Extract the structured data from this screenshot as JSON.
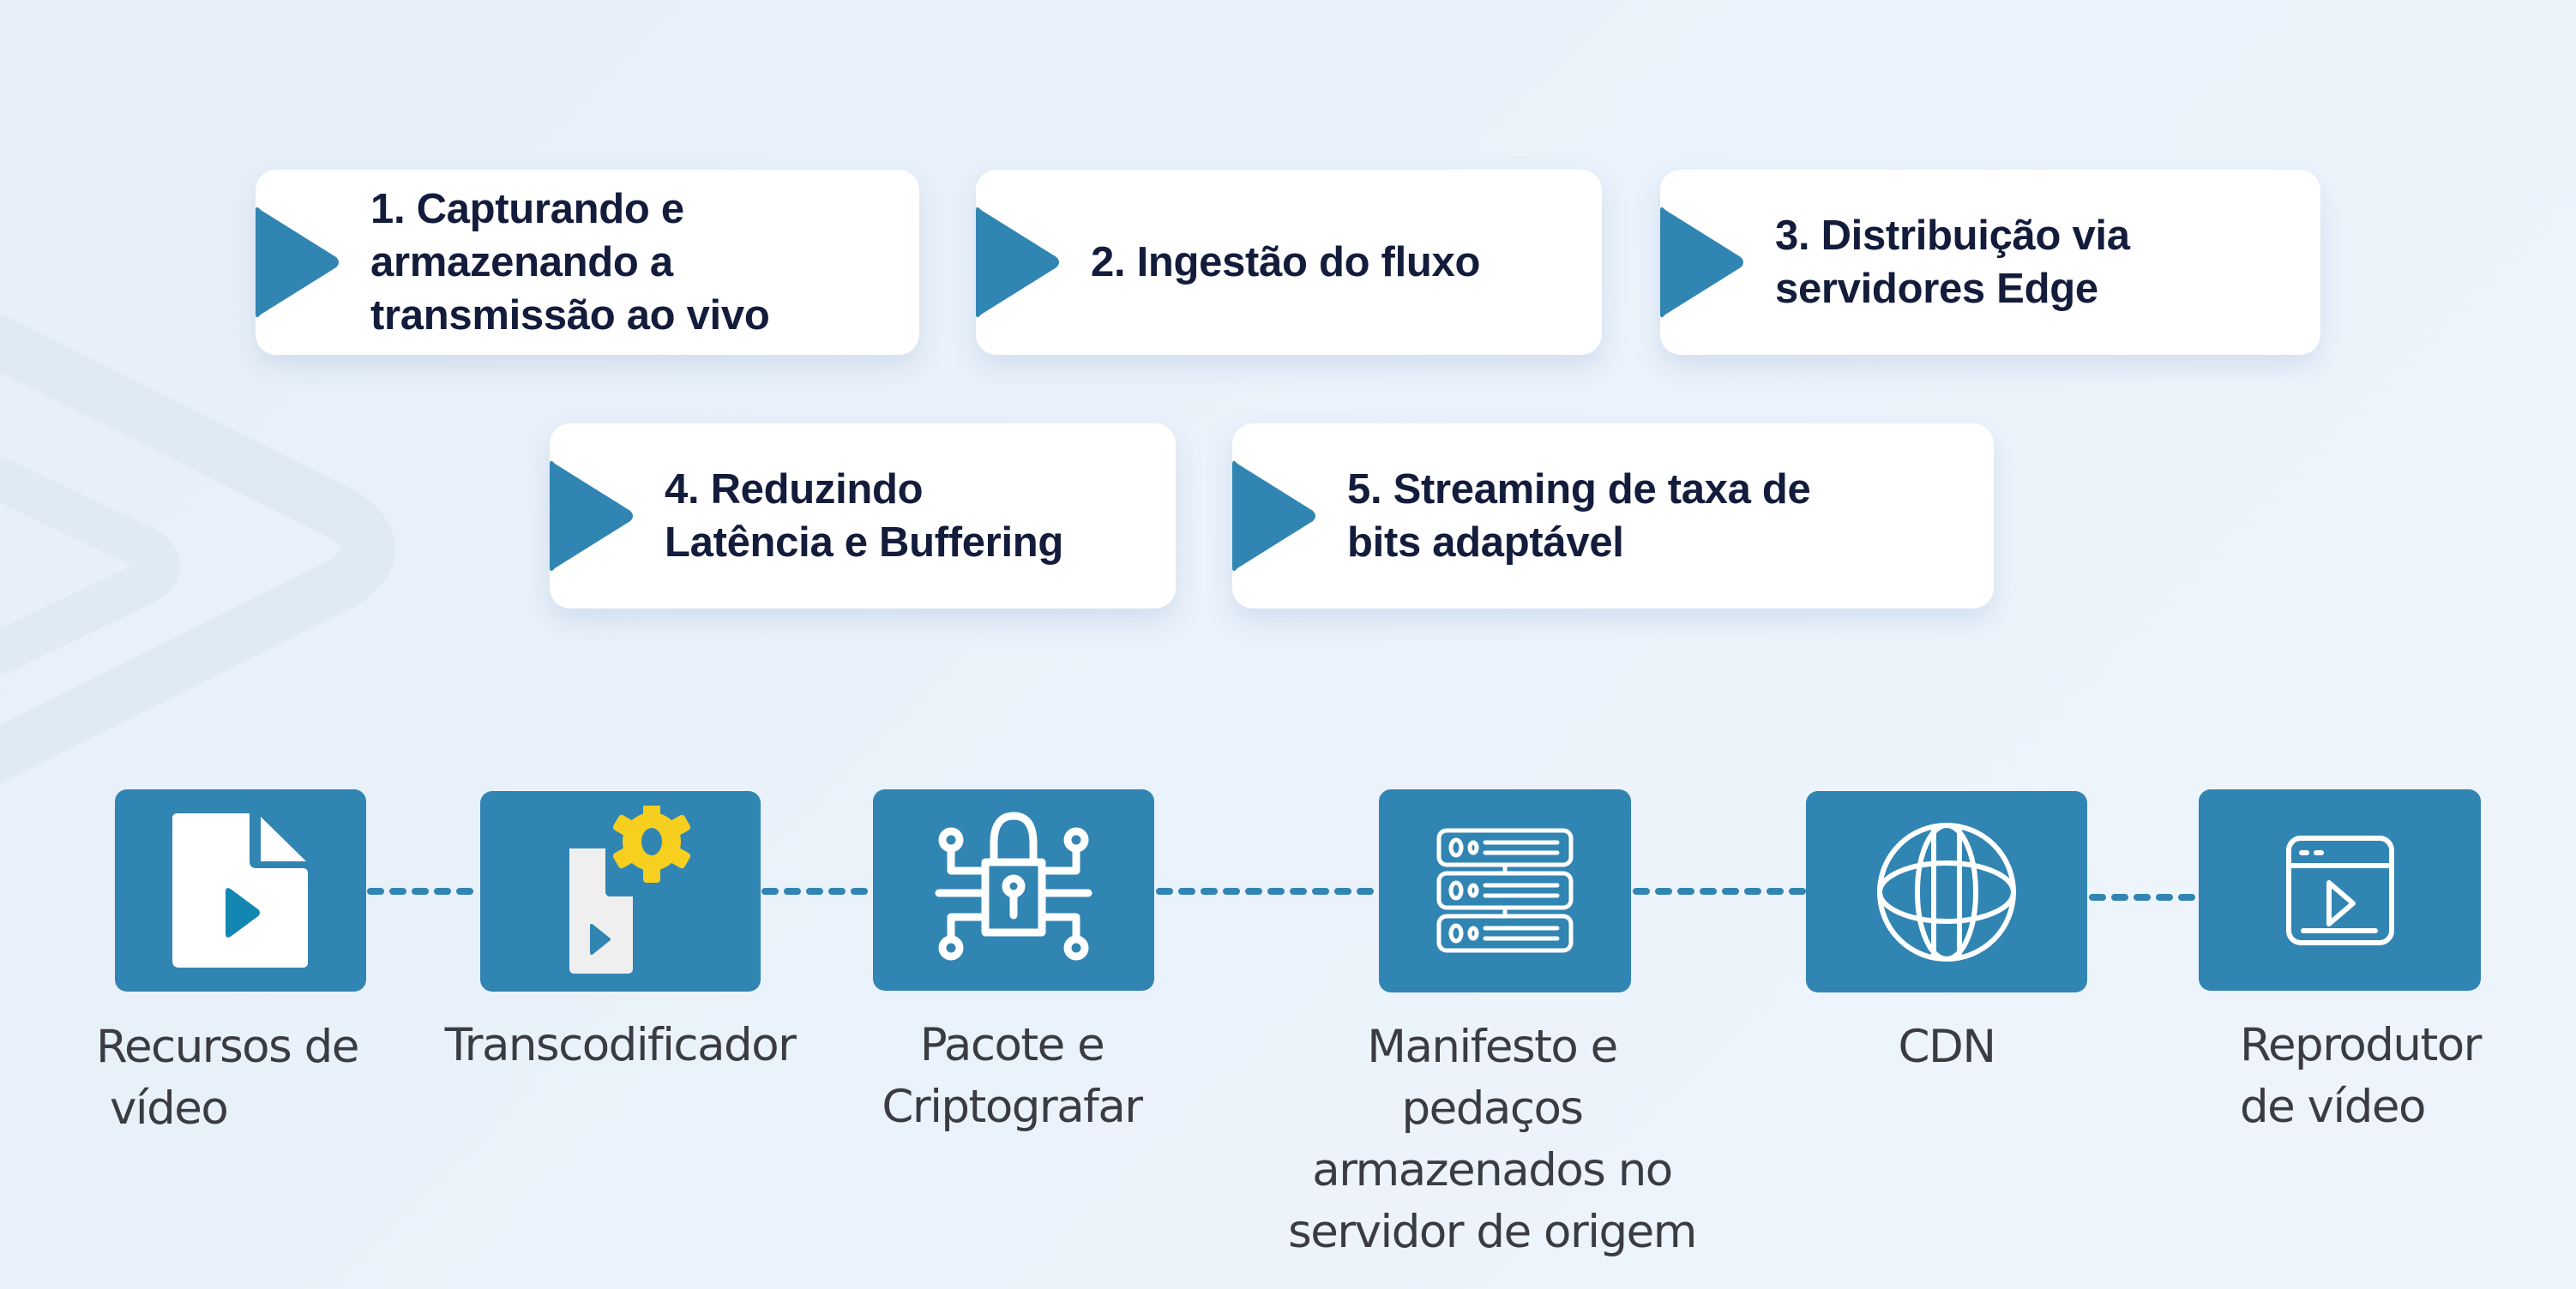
{
  "colors": {
    "accent": "#3185b3",
    "card_text": "#141c3c",
    "label_text": "#3a3c42",
    "gear": "#f7cf1f",
    "background": "#e8f0fa"
  },
  "steps": [
    {
      "number": "1.",
      "lines": [
        "1. Capturando e",
        "armazenando a",
        "transmissão ao vivo"
      ]
    },
    {
      "number": "2.",
      "lines": [
        "2. Ingestão do fluxo"
      ]
    },
    {
      "number": "3.",
      "lines": [
        "3. Distribuição via",
        "servidores Edge"
      ]
    },
    {
      "number": "4.",
      "lines": [
        "4. Reduzindo",
        "Latência e Buffering"
      ]
    },
    {
      "number": "5.",
      "lines": [
        "5. Streaming de taxa de",
        "bits adaptável"
      ]
    }
  ],
  "pipeline": [
    {
      "icon": "video-file-icon",
      "lines": [
        "Recursos de",
        "vídeo"
      ]
    },
    {
      "icon": "transcoder-gear-icon",
      "lines": [
        "Transcodificador"
      ]
    },
    {
      "icon": "encrypted-lock-icon",
      "lines": [
        "Pacote e",
        "Criptografar"
      ]
    },
    {
      "icon": "server-stack-icon",
      "lines": [
        "Manifesto e",
        "pedaços",
        "armazenados no",
        "servidor de origem"
      ]
    },
    {
      "icon": "globe-icon",
      "lines": [
        "CDN"
      ]
    },
    {
      "icon": "video-player-icon",
      "lines": [
        "Reprodutor",
        "de vídeo"
      ]
    }
  ]
}
